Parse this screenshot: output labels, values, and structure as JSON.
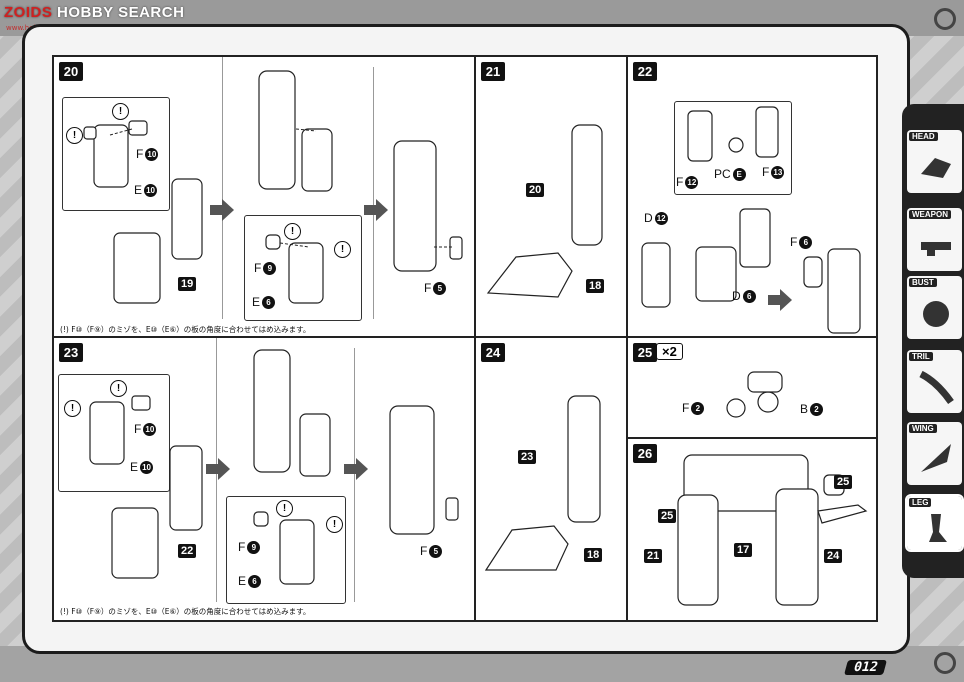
{
  "watermark": {
    "logo_left": "ZOIDS",
    "logo_right": "HOBBY SEARCH",
    "site": "www.hobbysearch.com"
  },
  "page_number": "012",
  "sidebar": {
    "items": [
      {
        "label": "HEAD",
        "icon": "head-icon"
      },
      {
        "label": "WEAPON",
        "icon": "weapon-icon"
      },
      {
        "label": "BUST",
        "icon": "bust-icon"
      },
      {
        "label": "TRIL",
        "icon": "tail-icon"
      },
      {
        "label": "WING",
        "icon": "wing-icon"
      },
      {
        "label": "LEG",
        "icon": "leg-icon",
        "active": true
      }
    ]
  },
  "steps": {
    "s20": {
      "number": "20",
      "labels": {
        "f10": "F",
        "f10n": "10",
        "e10": "E",
        "e10n": "10",
        "blk19": "19",
        "f9": "F",
        "f9n": "9",
        "e6": "E",
        "e6n": "6",
        "f5": "F",
        "f5n": "5"
      },
      "note": "(!) F⑩（F⑨）のミゾを、E⑩（E⑥）の板の角度に合わせてはめ込みます。"
    },
    "s21": {
      "number": "21",
      "labels": {
        "blk20": "20",
        "blk18": "18"
      }
    },
    "s22": {
      "number": "22",
      "labels": {
        "f12": "F",
        "f12n": "12",
        "pce": "PC",
        "pcen": "E",
        "f13": "F",
        "f13n": "13",
        "d12": "D",
        "d12n": "12",
        "d6": "D",
        "d6n": "6",
        "f6": "F",
        "f6n": "6"
      }
    },
    "s23": {
      "number": "23",
      "labels": {
        "f10": "F",
        "f10n": "10",
        "e10": "E",
        "e10n": "10",
        "blk22": "22",
        "f9": "F",
        "f9n": "9",
        "e6": "E",
        "e6n": "6",
        "f5": "F",
        "f5n": "5"
      },
      "note": "(!) F⑩（F⑨）のミゾを、E⑩（E⑥）の板の角度に合わせてはめ込みます。"
    },
    "s24": {
      "number": "24",
      "labels": {
        "blk23": "23",
        "blk18": "18"
      }
    },
    "s25": {
      "number": "25",
      "multiplier": "×2",
      "labels": {
        "f2": "F",
        "f2n": "2",
        "b2": "B",
        "b2n": "2"
      }
    },
    "s26": {
      "number": "26",
      "labels": {
        "blk25a": "25",
        "blk25b": "25",
        "blk21": "21",
        "blk17": "17",
        "blk24": "24"
      }
    }
  },
  "caution_mark": "!"
}
